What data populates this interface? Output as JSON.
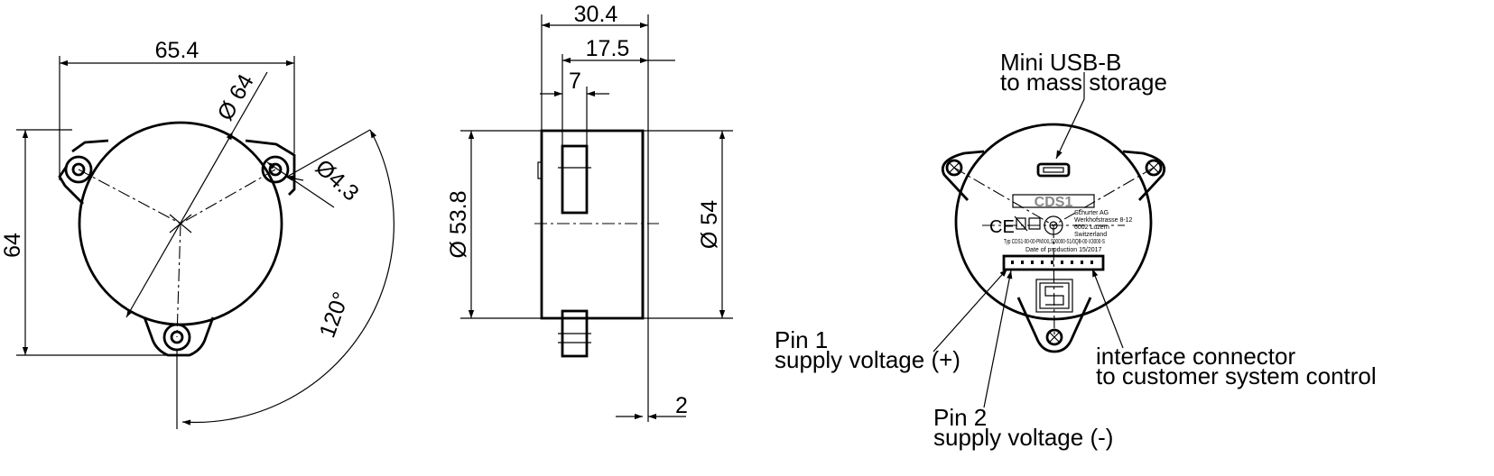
{
  "front_view": {
    "width_dim": "65.4",
    "height_dim": "64",
    "diameter_dim": "Ø 64",
    "hole_dim": "Ø4.3",
    "angle_dim": "120°"
  },
  "side_view": {
    "total_depth_dim": "30.4",
    "body_depth_dim": "17.5",
    "connector_dim": "7",
    "flange_dim": "2",
    "body_diameter_dim": "Ø 53.8",
    "outer_diameter_dim": "Ø 54"
  },
  "back_view": {
    "usb_label_line1": "Mini USB-B",
    "usb_label_line2": "to mass storage",
    "pin1_line1": "Pin 1",
    "pin1_line2": "supply voltage (+)",
    "pin2_line1": "Pin 2",
    "pin2_line2": "supply voltage (-)",
    "connector_line1": "interface connector",
    "connector_line2": "to customer system control",
    "device_label": "CDS1",
    "maker_line1": "Schurter AG",
    "maker_line2": "Werkhofstrasse 8-12",
    "maker_line3": "6002 Luzern",
    "maker_line4": "Switzerland",
    "type_line": "Typ CDS1-00-00-PMXXLS00000-S1/0QB-00-X3000-S",
    "production_line": "Date of production 15/2017",
    "ce_mark": "CE"
  }
}
